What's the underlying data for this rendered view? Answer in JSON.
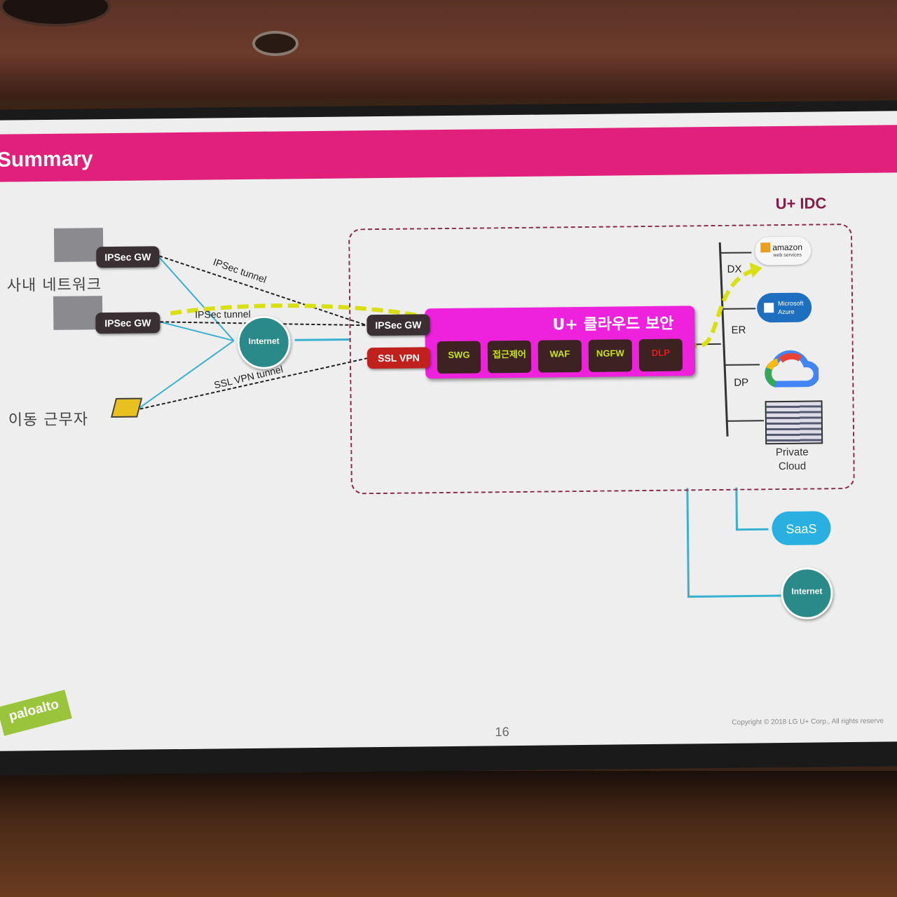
{
  "slide": {
    "title": "Summary",
    "page_number": "16",
    "copyright": "Copyright © 2018 LG U+ Corp., All rights reserve",
    "logo_text": "paloalto"
  },
  "sites": {
    "corporate_network": "사내 네트워크",
    "mobile_worker": "이동 근무자",
    "ipsec_gw_1": "IPSec GW",
    "ipsec_gw_2": "IPSec GW"
  },
  "tunnels": {
    "ipsec_1": "IPSec tunnel",
    "ipsec_2": "IPSec tunnel",
    "ssl_vpn": "SSL VPN tunnel"
  },
  "internet_label": "Internet",
  "idc": {
    "label": "U+ IDC",
    "ipsec_gw": "IPSec GW",
    "ssl_vpn": "SSL VPN",
    "security_title": "U+ 클라우드 보안",
    "modules": [
      "SWG",
      "접근제어",
      "WAF",
      "NGFW",
      "DLP"
    ],
    "links": [
      "DX",
      "ER",
      "DP"
    ],
    "private_cloud": [
      "Private",
      "Cloud"
    ]
  },
  "clouds": {
    "aws_main": "amazon",
    "aws_sub": "web services",
    "azure_main": "Microsoft",
    "azure_sub": "Azure",
    "saas": "SaaS",
    "internet": "Internet"
  },
  "colors": {
    "header": "#e0207a",
    "security_box": "#ee22dd",
    "path_highlight": "#d8e010",
    "cyan_link": "#3ab0d0"
  }
}
